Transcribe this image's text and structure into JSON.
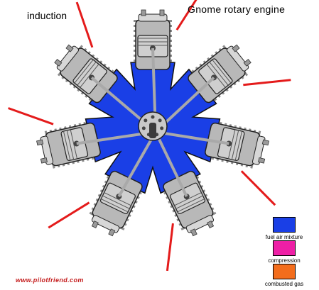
{
  "phase_label": "induction",
  "title": "Gnome rotary engine",
  "legend": [
    {
      "label": "fuel air mixture",
      "color": "#1a3fe6"
    },
    {
      "label": "compression",
      "color": "#ee1fa6"
    },
    {
      "label": "combusted gas",
      "color": "#f36d1c"
    }
  ],
  "watermark": "www.pilotfriend.com",
  "colors": {
    "crankcase": "#1a3fe6",
    "cylinder": "#b8b8b8",
    "piston": "#cfcfcf",
    "spark_lead": "#e41b1b",
    "connecting_rod": "#a9a9a9"
  },
  "cylinder_count": 7
}
